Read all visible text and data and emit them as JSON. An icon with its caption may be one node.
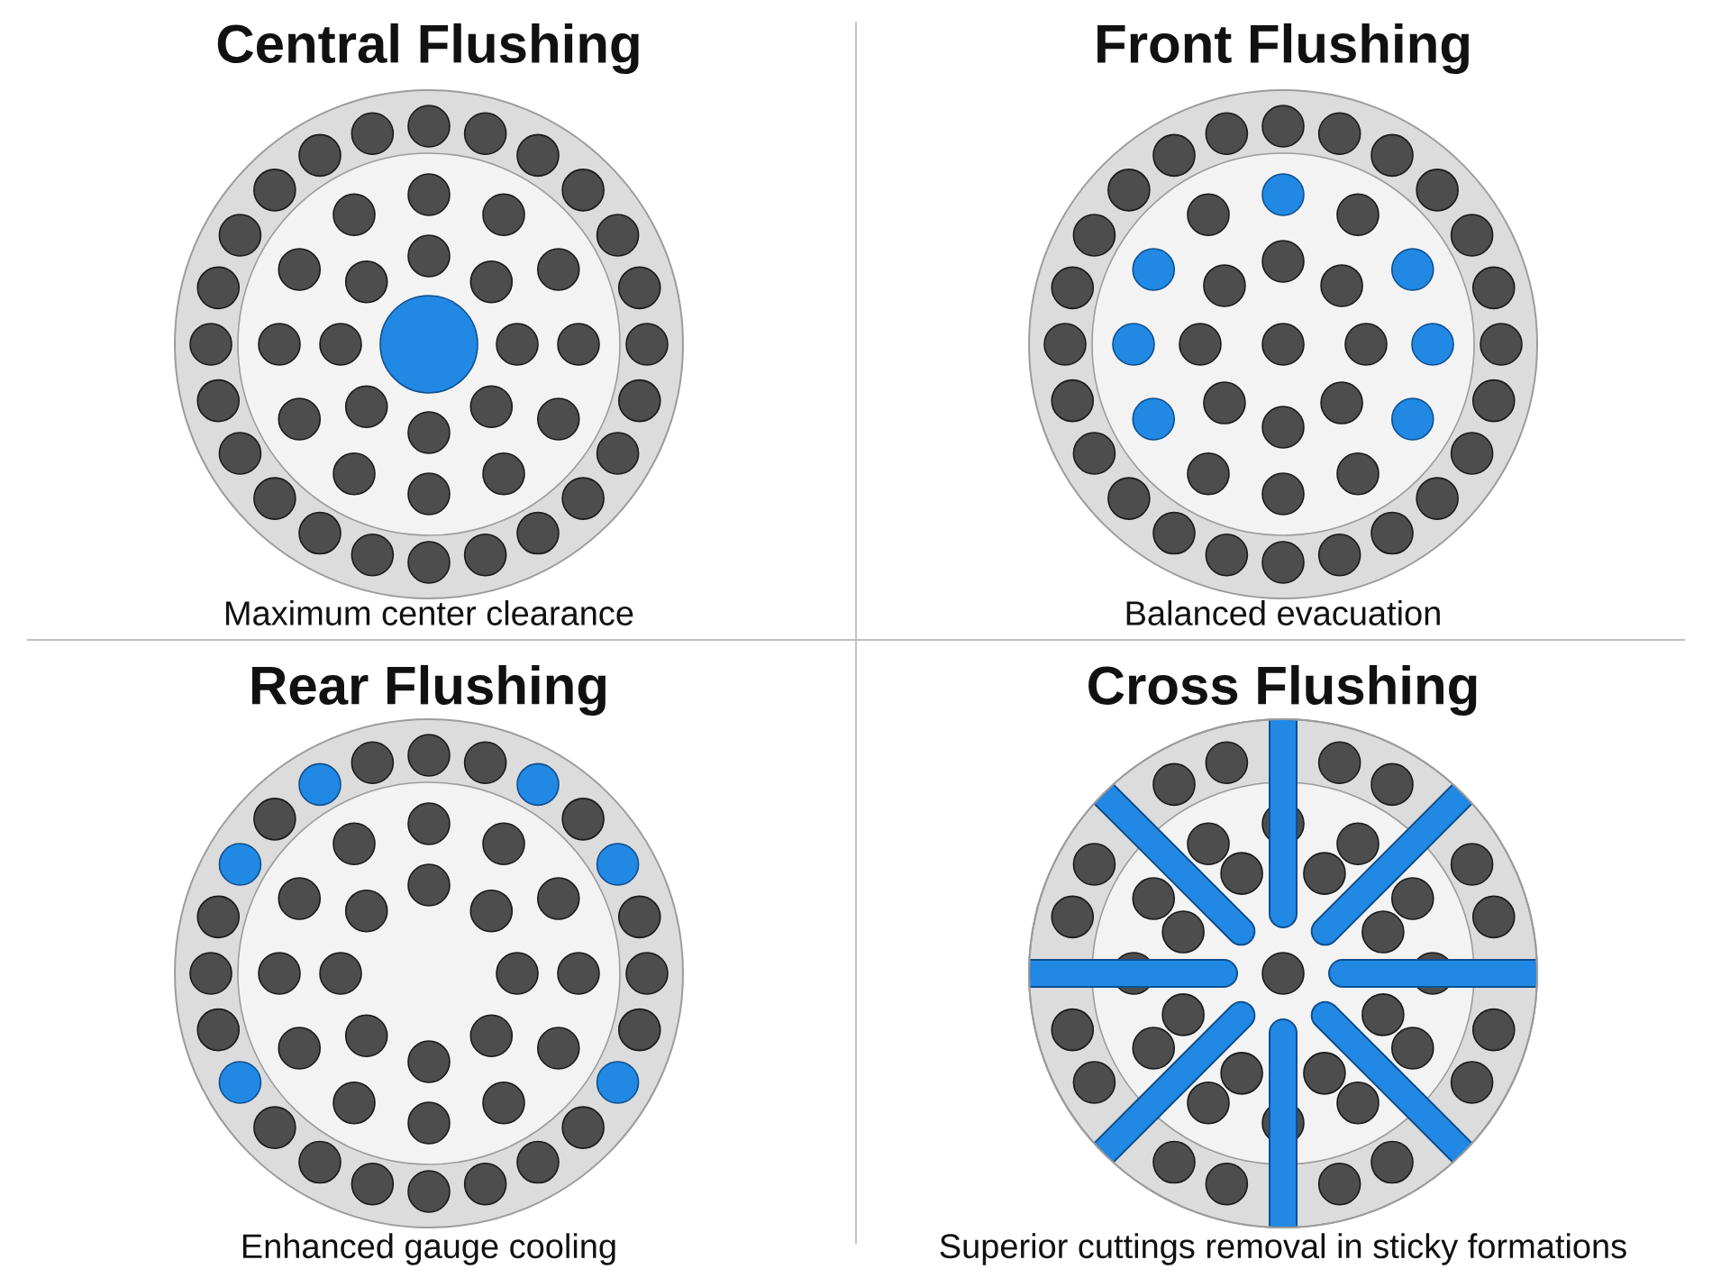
{
  "diagram": {
    "labels": [
      "Central Flushing",
      "Front Flushing",
      "Maximum center clearance",
      "Balanced evacuation",
      "Rear Flushing",
      "Cross Flushing",
      "Enhanced gauge cooling",
      "Superior cuttings removal in sticky formations"
    ]
  }
}
